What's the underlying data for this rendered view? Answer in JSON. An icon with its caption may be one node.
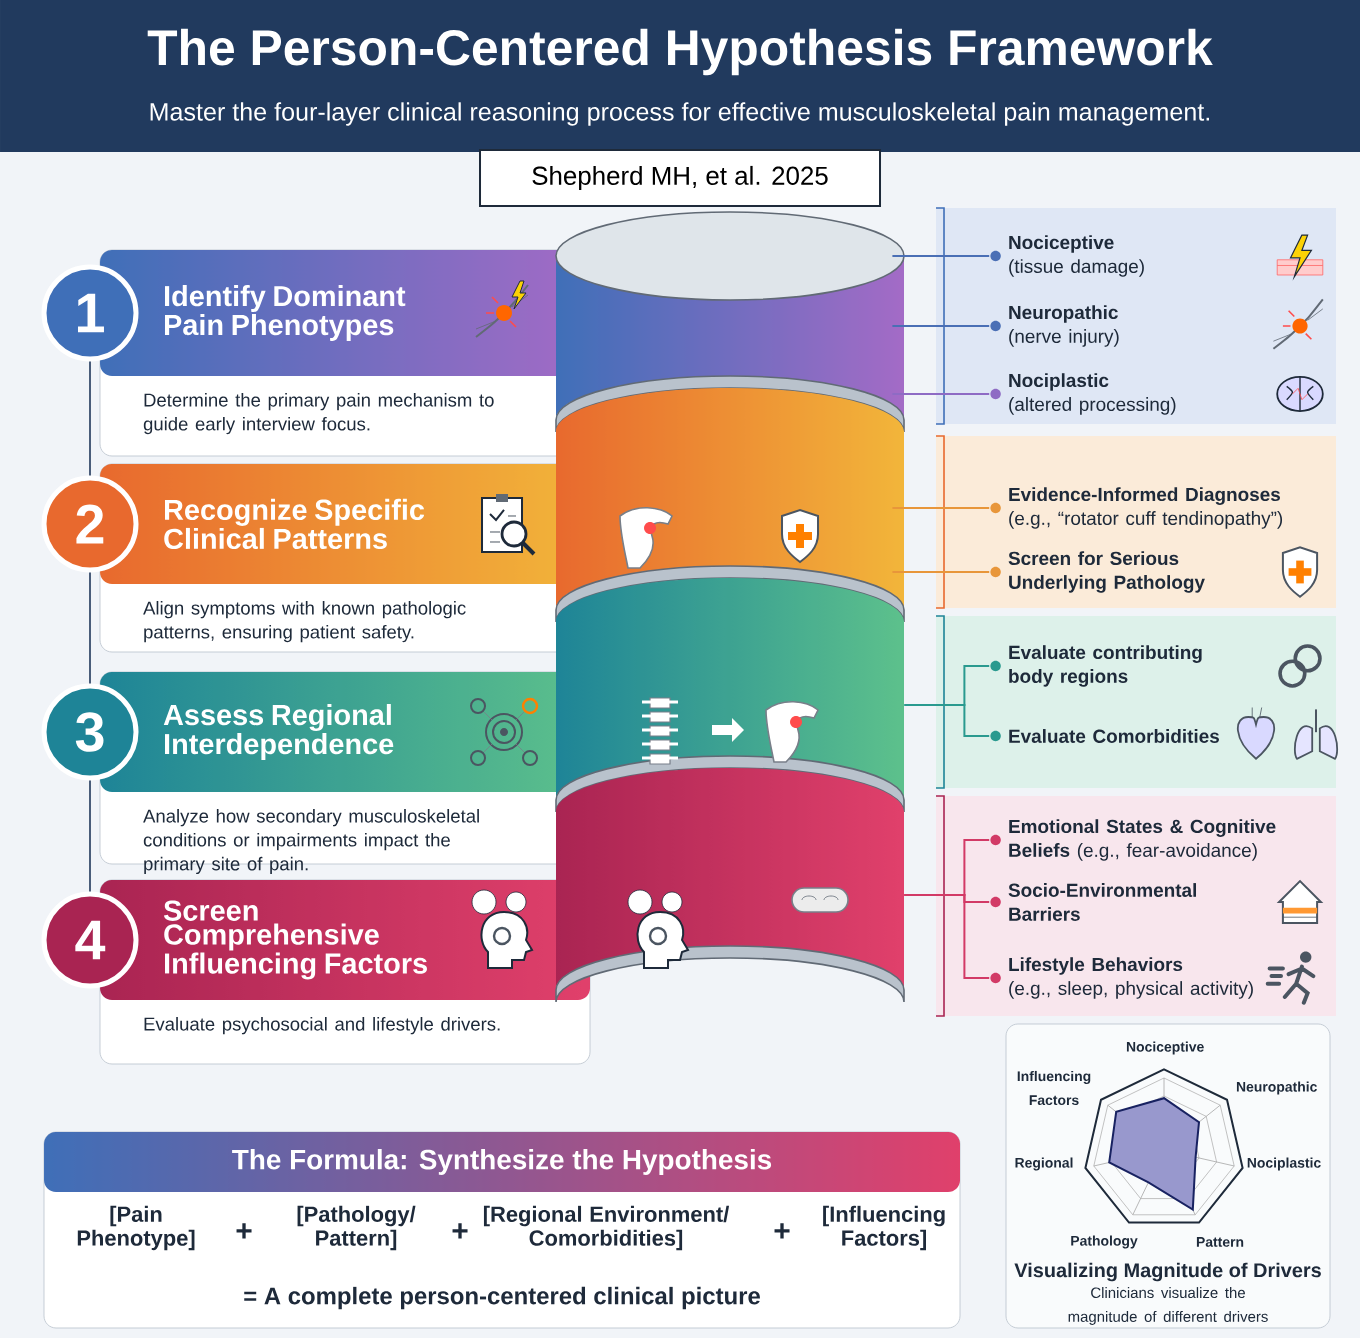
{
  "diagram": {
    "title": "The Person-Centered Hypothesis Framework",
    "nodes": [
      {
        "text": [
          "Identify Dominant Pain Phenotypes",
          "Determine the primary pain mechanism to guide early interview focus."
        ]
      },
      {
        "text": [
          "Recognize Specific Clinical Patterns",
          "Align symptoms with known pathologic patterns, ensuring patient safety."
        ]
      },
      {
        "text": [
          "Assess Regional Interdependence",
          "Analyze how secondary musculoskeletal conditions or impairments impact the primary site of pain."
        ]
      },
      {
        "text": [
          "Screen Comprehensive Influencing Factors",
          "Evaluate psychosocial and lifestyle drivers."
        ]
      },
      {
        "text": [],
        "shape": "cylinder"
      },
      {
        "text": [],
        "shape": "cylinder"
      },
      {
        "text": [],
        "shape": "cylinder"
      },
      {
        "text": [],
        "shape": "cylinder"
      },
      {
        "text": [],
        "shape": "box"
      },
      {
        "text": [
          "Nociceptive",
          "(tissue damage)"
        ],
        "in": 8
      },
      {
        "text": [
          "Neuropathic",
          "(nerve injury)"
        ],
        "in": 8
      },
      {
        "text": [
          "Nociplastic",
          "(altered processing)"
        ],
        "in": 8
      },
      {
        "text": [],
        "shape": "box"
      },
      {
        "text": [
          "Evidence-Informed Diagnoses",
          "(e.g., “rotator cuff tendinopathy”)"
        ],
        "in": 12
      },
      {
        "text": [
          "Screen for Serious Underlying Pathology"
        ],
        "in": 12
      },
      {
        "text": [],
        "shape": "box"
      },
      {
        "text": [
          "Evaluate contributing body regions"
        ],
        "in": 15
      },
      {
        "text": [
          "Evaluate Comorbidities"
        ],
        "in": 15
      },
      {
        "text": [],
        "shape": "box"
      },
      {
        "text": [
          "**Emotional States & Cognitive Beliefs** (e.g., fear-avoidance)"
        ],
        "in": 18
      },
      {
        "text": [
          "Socio-Environmental Barriers"
        ],
        "in": 18
      },
      {
        "text": [
          "Lifestyle Behaviors",
          "(e.g., sleep, physical activity)"
        ],
        "in": 18
      },
      {
        "text": [
          "Shepherd MH, et al. 2025"
        ]
      },
      {
        "text": [
          "The Formula: Synthesize the Hypothesis",
          "[Pain Phenotype]",
          "+",
          "[Pathology/ Pattern]",
          "+",
          "[Regional Environment/ Comorbidities]",
          "+",
          "[Influencing Factors]",
          "= A complete person-centered clinical picture"
        ]
      },
      {
        "text": [
          "Nociceptive",
          "Influencing Factors",
          "Neuropathic",
          "Regional",
          "Nociplastic",
          "Pathology",
          "Pattern",
          "Visualizing Magnitude of Drivers",
          "Clinicians visualize the magnitude of different drivers"
        ]
      },
      {
        "text": [
          "1"
        ]
      },
      {
        "text": [
          "2"
        ]
      },
      {
        "text": [
          "3"
        ]
      },
      {
        "text": [
          "4"
        ]
      }
    ],
    "edges": [
      {
        "from": 4,
        "to": 9,
        "arrow": "none",
        "color": "#4a6fb5"
      },
      {
        "from": 4,
        "to": 10,
        "arrow": "none",
        "color": "#4a6fb5"
      },
      {
        "from": 4,
        "to": 11,
        "arrow": "none",
        "color": "#8e6bc4"
      },
      {
        "from": 5,
        "to": 13,
        "arrow": "none",
        "color": "#e8963a"
      },
      {
        "from": 5,
        "to": 14,
        "arrow": "none",
        "color": "#e8963a"
      },
      {
        "from": 6,
        "to": 16,
        "arrow": "none",
        "color": "#2a9a8f"
      },
      {
        "from": 6,
        "to": 17,
        "arrow": "none",
        "color": "#2a9a8f"
      },
      {
        "from": 7,
        "to": 19,
        "arrow": "none",
        "color": "#d23a66"
      },
      {
        "from": 7,
        "to": 20,
        "arrow": "none",
        "color": "#d23a66"
      },
      {
        "from": 7,
        "to": 21,
        "arrow": "none",
        "color": "#d23a66"
      },
      {
        "from": 25,
        "to": 26,
        "arrow": "none",
        "color": "#4a5d7a"
      },
      {
        "from": 26,
        "to": 27,
        "arrow": "none",
        "color": "#4a5d7a"
      },
      {
        "from": 27,
        "to": 28,
        "arrow": "none",
        "color": "#4a5d7a"
      }
    ],
    "labels": [
      "Master the four-layer clinical reasoning process for effective musculoskeletal pain management."
    ]
  }
}
